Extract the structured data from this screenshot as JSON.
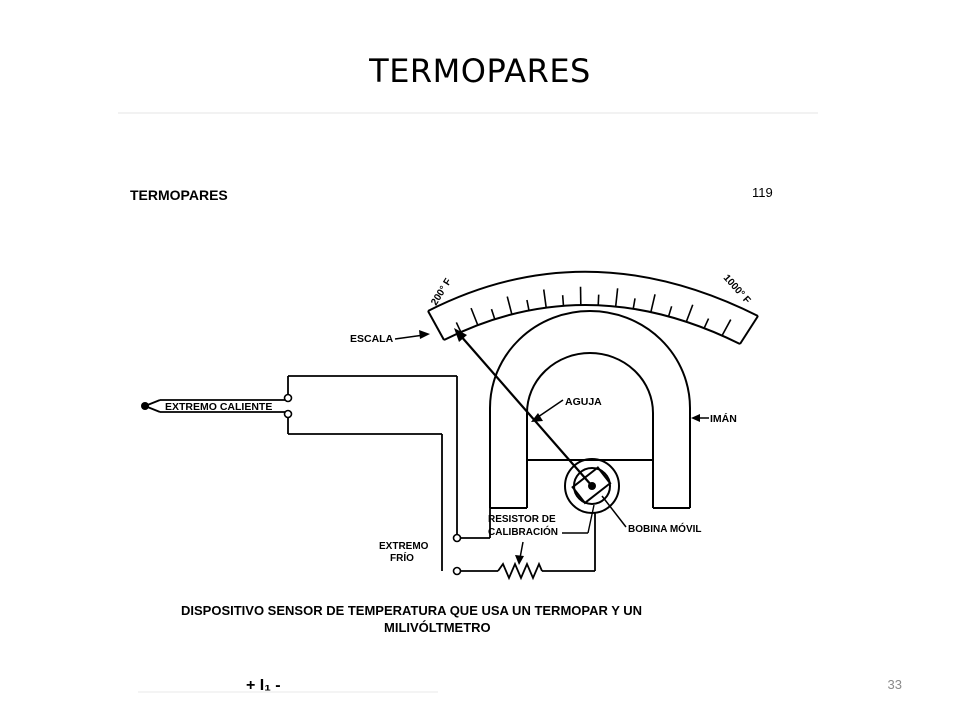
{
  "slide": {
    "title": "TERMOPARES",
    "page_number": "33"
  },
  "scan": {
    "header": "TERMOPARES",
    "book_page": "119",
    "scale_low": "200° F",
    "scale_high": "1000° F",
    "labels": {
      "escala": "ESCALA",
      "extremo_caliente": "EXTREMO CALIENTE",
      "aguja": "AGUJA",
      "iman": "IMÁN",
      "resistor_line1": "RESISTOR DE",
      "resistor_line2": "CALIBRACIÓN",
      "bobina": "BOBINA MÓVIL",
      "extremo_frio_line1": "EXTREMO",
      "extremo_frio_line2": "FRÍO"
    },
    "caption_line1": "DISPOSITIVO SENSOR DE TEMPERATURA QUE USA UN TERMOPAR Y UN",
    "caption_line2": "MILIVÓLTMETRO",
    "fragment": "+ I₁ -"
  }
}
